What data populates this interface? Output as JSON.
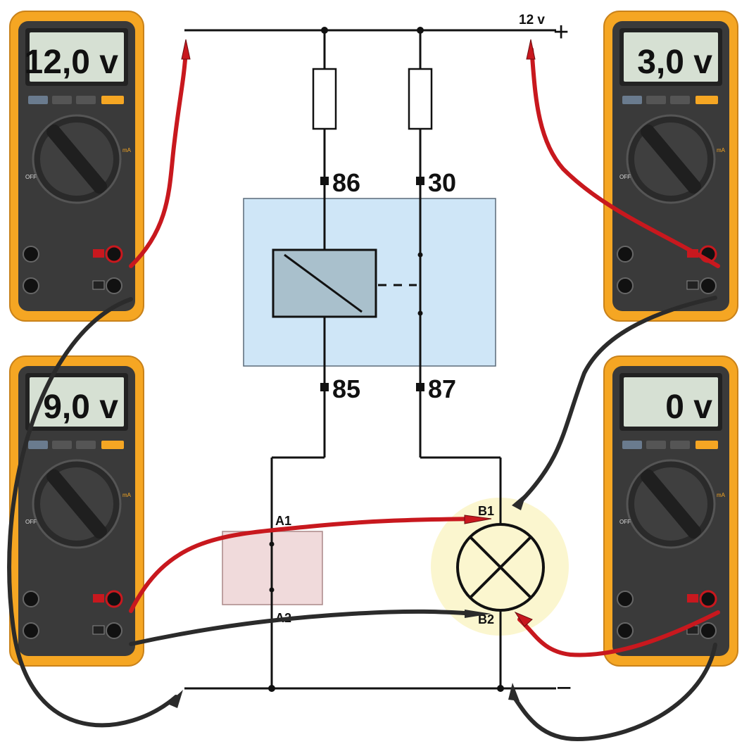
{
  "supply": {
    "voltage_label": "12 v",
    "plus_sign": "+",
    "minus_sign": "−"
  },
  "relay": {
    "terminal_86": "86",
    "terminal_30": "30",
    "terminal_85": "85",
    "terminal_87": "87"
  },
  "load": {
    "a1": "A1",
    "a2": "A2",
    "b1": "B1",
    "b2": "B2"
  },
  "meters": {
    "top_left": {
      "reading": "12,0 v"
    },
    "top_right": {
      "reading": "3,0 v"
    },
    "bottom_left": {
      "reading": "9,0 v"
    },
    "bottom_right": {
      "reading": "0 v"
    }
  },
  "colors": {
    "meter_body": "#f5a623",
    "meter_dark": "#3b3b3b",
    "lcd": "#d6e0d3",
    "probe_red": "#c8181e",
    "probe_black": "#2b2b2b",
    "relay_box": "#cfe6f7",
    "coil": "#a9c0cc",
    "resistor_box": "#f0dadb",
    "lamp_glow": "#fbf6cf"
  }
}
